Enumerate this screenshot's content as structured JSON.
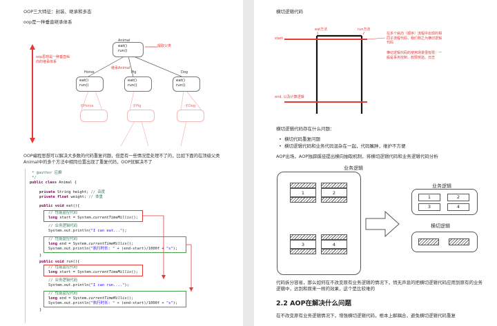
{
  "left": {
    "title": "OOP三大特征：封装、继承和多态",
    "subtitle": "oop是一种垂直继承体系",
    "note_vertical": "oop思想是一种垂直纵向的继承体系",
    "note_extract": "提取父类",
    "note_inherit": "继承Animal",
    "classes": {
      "animal": {
        "name": "Animal",
        "m1": "eat()",
        "m2": "run()"
      },
      "horse": {
        "name": "Horse",
        "m1": "eat()",
        "m2": "run()"
      },
      "pig": {
        "name": "Pig",
        "m1": "eat()",
        "m2": "run()"
      },
      "dog": {
        "name": "Dog",
        "m1": "eat()",
        "m2": "run()"
      }
    },
    "sub_labels": {
      "horse": "子Horse",
      "pig": "子Pig",
      "dog": "子Dog"
    },
    "para": "OOP编程思想可以解决大多数的代码重复问题，但是有一些情况是处理不了的，比如下面的在顶级父类Animal中的多个方法中相同位置出现了重复代码，OOP就解决不了",
    "code": {
      "l1": " * @author 应癫",
      "l2": " */",
      "l3a": "public class",
      "l3b": " Animal {",
      "l4a": "private",
      "l4b": " String height; ",
      "l4c": "// 高度",
      "l5a": "private float",
      "l5b": " weight; ",
      "l5c": "// 体重",
      "l6a": "public void",
      "l6b": " eat(){",
      "c_perf1": "// 性能监控代码",
      "perf_start_a": "long",
      "perf_start_b": " start = System.",
      "perf_start_c": "currentTimeMillis",
      "perf_start_d": "();",
      "c_biz1": "// 业务逻辑代码",
      "biz_eat_a": "System.out.println(",
      "biz_eat_b": "\"I can eat...\"",
      "biz_eat_c": ");",
      "c_perf2": "// 性能监控代码",
      "perf_end_a": "long",
      "perf_end_b": " end = System.",
      "perf_end_c": "currentTimeMillis",
      "perf_end_d": "();",
      "print_a": "System.out.println(",
      "print_b": "\"执行时长: \"",
      "print_c": " + (end-start)/",
      "print_d": "1000f",
      "print_e": " + ",
      "print_f": "\"s\"",
      "print_g": ");",
      "close1": "}",
      "l_run_a": "public void",
      "l_run_b": " run(){",
      "biz_run_b": "\"I can run....\""
    }
  },
  "right": {
    "title": "横切逻辑代码",
    "labels": {
      "eat": "eat方法",
      "run": "run方法",
      "start": "start",
      "end": "end, 以及计算逻辑"
    },
    "notes": {
      "n1": "在多个纵向（顺序）流程中出现的相同子流程代码，我们称之为横切逻辑代码",
      "n2": "横切逻辑代码的使用场景很有限：一般是事务控制、权限校验、日志"
    },
    "q_title": "横切逻辑代码存在什么问题：",
    "bullets": [
      "横切代码重复问题",
      "横切逻辑代码和业务代码混杂在一起，代码臃肿，维护不方便"
    ],
    "aop_para": "AOP出场，AOP独辟蹊径提出横向抽取机制，将横切逻辑代码和业务逻辑代码分析",
    "diagram": {
      "business_title": "业务逻辑",
      "business_title2": "业务逻辑",
      "cross_title": "横切逻辑",
      "cells": [
        "1",
        "2",
        "3",
        "4"
      ],
      "cells_right": [
        "1",
        "2",
        "3",
        "4"
      ]
    },
    "split_para": "代码拆分容易，那么如何在不改变原有业务逻辑的情况下，悄无声息的把横切逻辑代码应用到原有的业务逻辑中，达到和原来一样的效果，这个是比较难的",
    "h2": "2.2 AOP在解决什么问题",
    "final": "在不改变原有业务逻辑情况下，增强横切逻辑代码，根本上解耦合，避免横切逻辑代码重复"
  },
  "colors": {
    "accent_red": "#e53935",
    "accent_green": "#43a047"
  }
}
